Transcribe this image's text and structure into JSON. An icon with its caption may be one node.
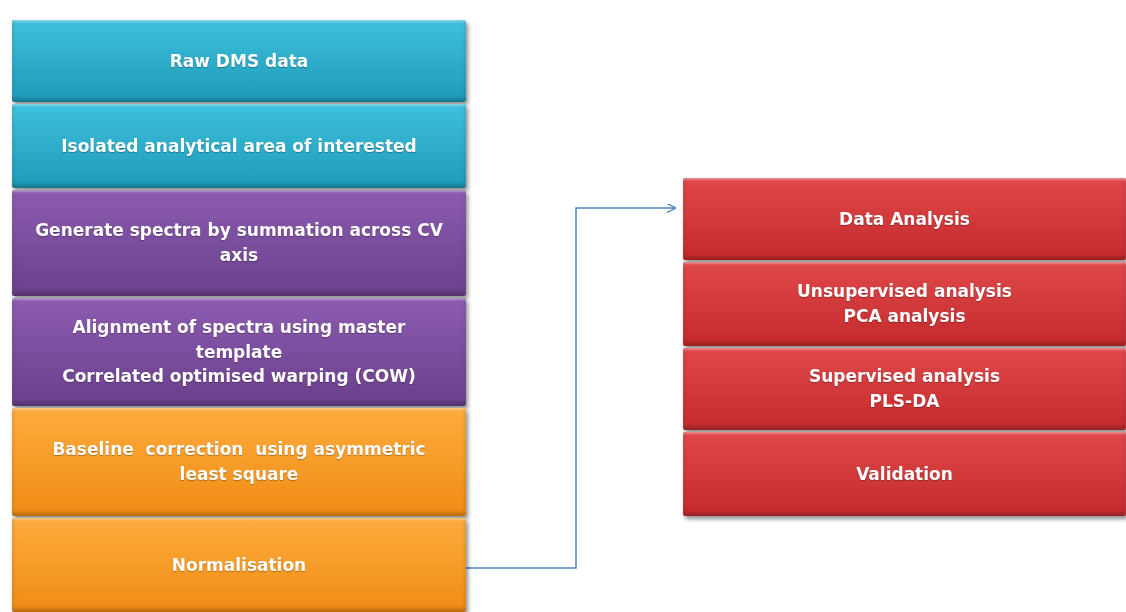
{
  "diagram": {
    "nodes": [
      {
        "text": [
          "Raw DMS data"
        ]
      },
      {
        "text": [
          "Isolated analytical area of interested"
        ]
      },
      {
        "text": [
          "Generate spectra by summation across CV axis"
        ]
      },
      {
        "text": [
          "Alignment of spectra using master template",
          "Correlated optimised warping (COW)"
        ]
      },
      {
        "text": [
          "Baseline  correction  using asymmetric least square"
        ]
      },
      {
        "text": [
          "Normalisation"
        ]
      },
      {
        "text": [
          "Data Analysis"
        ]
      },
      {
        "text": [
          "Unsupervised analysis",
          "PCA analysis"
        ]
      },
      {
        "text": [
          "Supervised analysis",
          "PLS-DA"
        ]
      },
      {
        "text": [
          "Validation"
        ]
      }
    ],
    "edges": [
      {
        "from": 5,
        "to": 6,
        "arrow": "to"
      }
    ]
  }
}
